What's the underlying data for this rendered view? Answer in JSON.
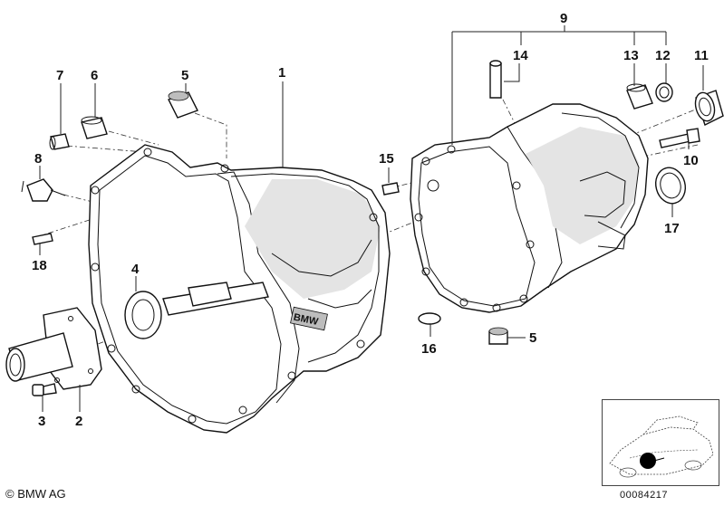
{
  "callouts": {
    "c1": "1",
    "c2": "2",
    "c3": "3",
    "c4": "4",
    "c5a": "5",
    "c5b": "5",
    "c6": "6",
    "c7": "7",
    "c8": "8",
    "c9": "9",
    "c10": "10",
    "c11": "11",
    "c12": "12",
    "c13": "13",
    "c14": "14",
    "c15": "15",
    "c16": "16",
    "c17": "17",
    "c18": "18"
  },
  "housing_logo": "BMW",
  "footer": {
    "copyright": "© BMW AG",
    "doc_number": "00084217"
  },
  "colors": {
    "line": "#111111",
    "shade": "#e4e4e4",
    "marker": "#000000"
  }
}
